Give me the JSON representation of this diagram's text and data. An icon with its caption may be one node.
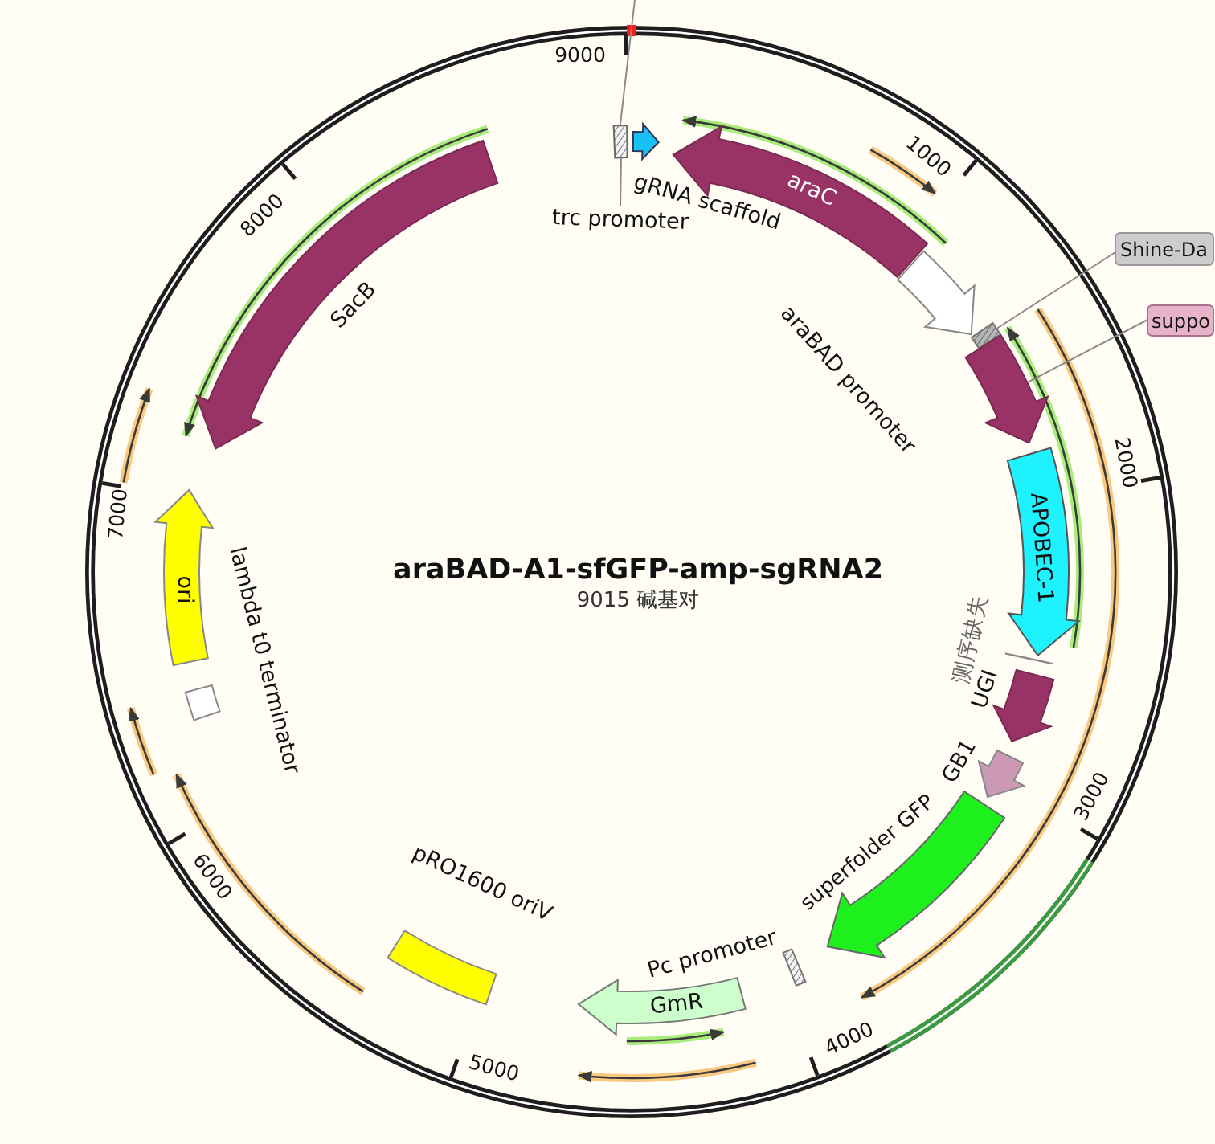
{
  "diagram": {
    "title": "araBAD-A1-sfGFP-amp-sgRNA2",
    "nodes": [
      {
        "text": [
          "trc promoter"
        ]
      },
      {
        "text": [],
        "shape": "box"
      },
      {
        "text": [
          "gRNA scaffold"
        ]
      },
      {
        "text": [
          "araC"
        ]
      },
      {
        "text": [
          "araBAD promoter"
        ]
      },
      {
        "text": [
          "Shine-Da"
        ]
      },
      {
        "text": [],
        "shape": "box"
      },
      {
        "text": [
          "suppo"
        ]
      },
      {
        "text": [],
        "shape": "arrow"
      },
      {
        "text": [
          "APOBEC-1"
        ]
      },
      {
        "text": [
          "测序缺失"
        ]
      },
      {
        "text": [
          "UGI"
        ]
      },
      {
        "text": [
          "GB1"
        ]
      },
      {
        "text": [
          "superfolder GFP"
        ]
      },
      {
        "text": [
          "Pc promoter"
        ]
      },
      {
        "text": [
          "GmR"
        ]
      },
      {
        "text": [
          "pRO1600 oriV"
        ]
      },
      {
        "text": [
          "lambda t0 terminator"
        ]
      },
      {
        "text": [
          "ori"
        ]
      },
      {
        "text": [
          "SacB"
        ]
      }
    ],
    "edges": [
      {
        "from": null,
        "to": 1,
        "arrow": "none"
      },
      {
        "from": 0,
        "to": 1,
        "arrow": "none"
      },
      {
        "from": 5,
        "to": 6,
        "arrow": "none"
      },
      {
        "from": 7,
        "to": 8,
        "arrow": "none"
      }
    ],
    "labels": [
      "9000",
      "1000",
      "8000",
      "2000",
      "7000",
      "9015 碱基对",
      "3000",
      "6000",
      "4000",
      "5000"
    ]
  }
}
